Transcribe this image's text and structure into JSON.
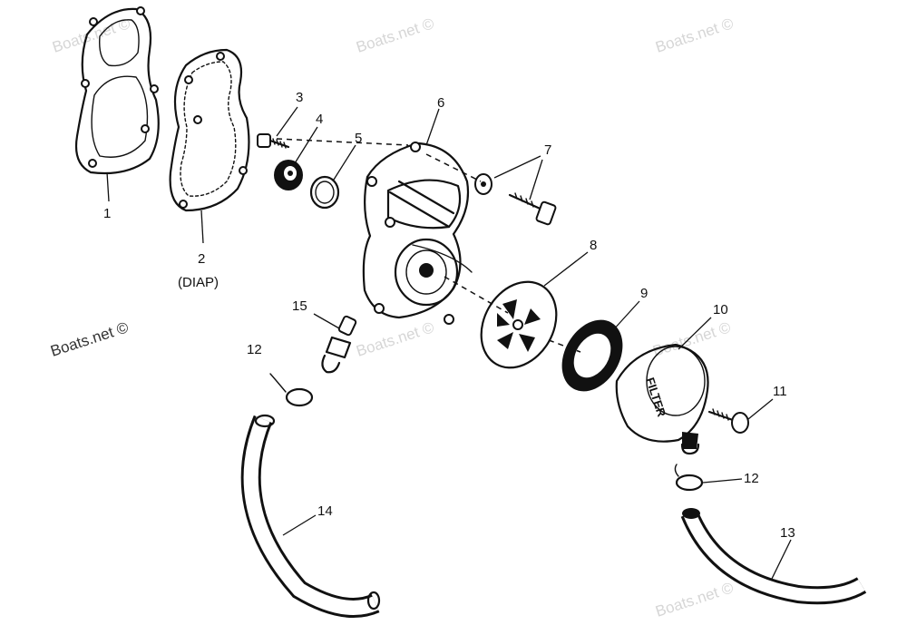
{
  "watermarks": {
    "w1": "Boats.net ©",
    "w2": "Boats.net ©",
    "w3": "Boats.net ©",
    "w4": "Boats.net ©",
    "w5": "Boats.net ©",
    "w6": "Boats.net ©",
    "w7": "Boats.net ©"
  },
  "callouts": {
    "c1": "1",
    "c2": "2",
    "c2_sub": "(DIAP)",
    "c3": "3",
    "c4": "4",
    "c5": "5",
    "c6": "6",
    "c7": "7",
    "c8": "8",
    "c9": "9",
    "c10": "10",
    "c11": "11",
    "c12a": "12",
    "c12b": "12",
    "c13": "13",
    "c14": "14",
    "c15": "15"
  },
  "filter_text": "FILTER",
  "colors": {
    "ink": "#111111",
    "paper": "#ffffff",
    "watermark": "#d6d6d6"
  }
}
